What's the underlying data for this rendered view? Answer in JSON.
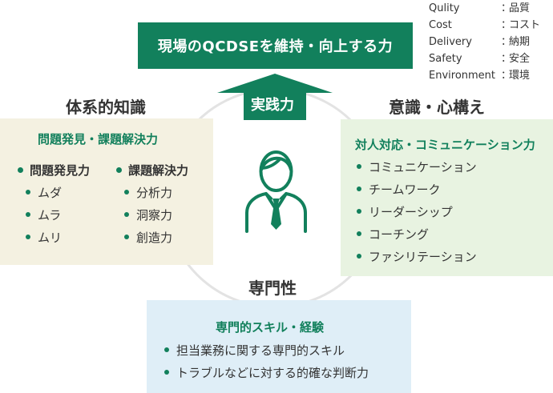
{
  "legend": [
    {
      "term": "Qulity",
      "meaning": "品質"
    },
    {
      "term": "Cost",
      "meaning": "コスト"
    },
    {
      "term": "Delivery",
      "meaning": "納期"
    },
    {
      "term": "Safety",
      "meaning": "安全"
    },
    {
      "term": "Environment",
      "meaning": "環境"
    }
  ],
  "legend_colon": "：",
  "goal": "現場のQCDSEを維持・向上する力",
  "arrow_label": "実践力",
  "left": {
    "heading": "体系的知識",
    "title": "問題発見・課題解決力",
    "col1": {
      "label": "問題発見力",
      "items": [
        "ムダ",
        "ムラ",
        "ムリ"
      ]
    },
    "col2": {
      "label": "課題解決力",
      "items": [
        "分析力",
        "洞察力",
        "創造力"
      ]
    }
  },
  "right": {
    "heading": "意識・心構え",
    "title": "対人対応・コミュニケーション力",
    "items": [
      "コミュニケーション",
      "チームワーク",
      "リーダーシップ",
      "コーチング",
      "ファシリテーション"
    ]
  },
  "bottom": {
    "heading": "専門性",
    "title": "専門的スキル・経験",
    "items": [
      "担当業務に関する専門的スキル",
      "トラブルなどに対する的確な判断力"
    ]
  },
  "colors": {
    "accent": "#12805c",
    "left_panel": "#f4f1e1",
    "right_panel": "#e8f3e1",
    "bottom_panel": "#dfeef7",
    "ring": "#e3e3e3"
  },
  "icons": {
    "center": "businessperson-icon",
    "arrow": "up-arrow-icon"
  }
}
